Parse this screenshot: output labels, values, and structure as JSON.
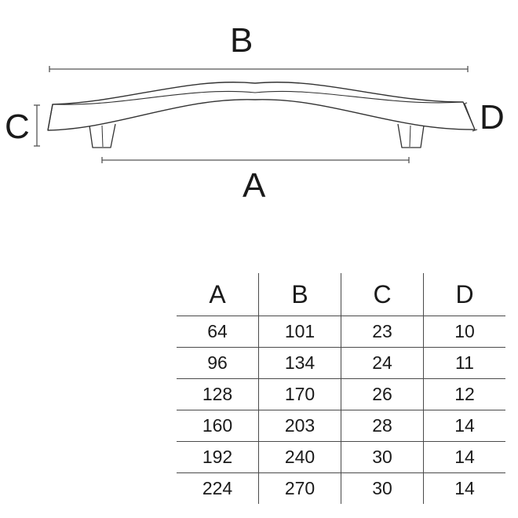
{
  "diagram": {
    "labels": {
      "overall_length": "B",
      "handle_height": "C",
      "end_thickness": "D",
      "hole_spacing": "A"
    }
  },
  "table": {
    "headers": [
      "A",
      "B",
      "C",
      "D"
    ],
    "rows": [
      [
        "64",
        "101",
        "23",
        "10"
      ],
      [
        "96",
        "134",
        "24",
        "11"
      ],
      [
        "128",
        "170",
        "26",
        "12"
      ],
      [
        "160",
        "203",
        "28",
        "14"
      ],
      [
        "192",
        "240",
        "30",
        "14"
      ],
      [
        "224",
        "270",
        "30",
        "14"
      ]
    ]
  }
}
